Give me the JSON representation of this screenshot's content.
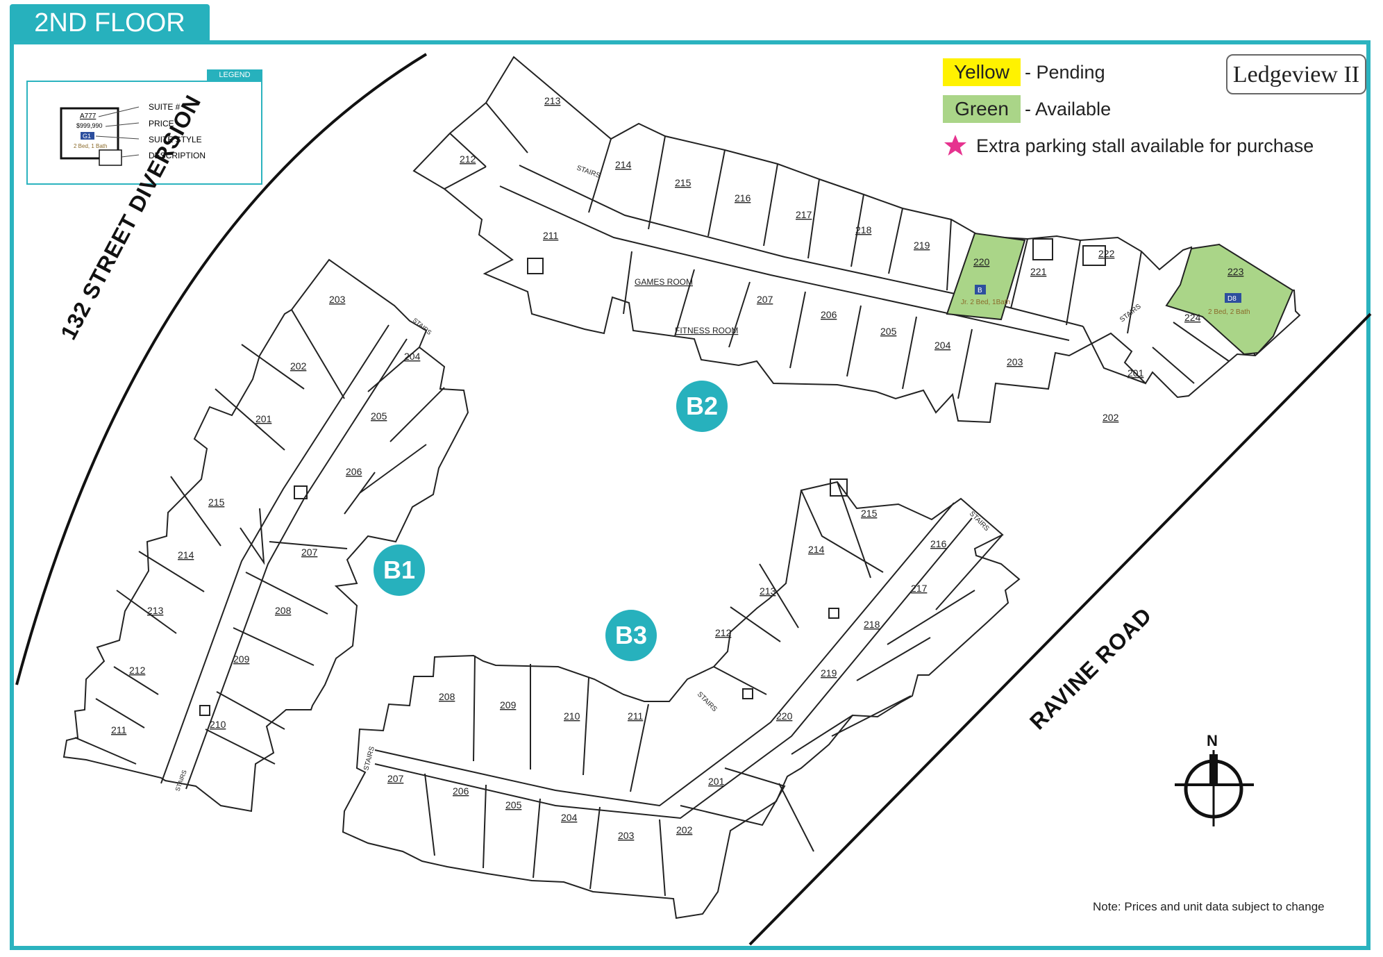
{
  "floor_title": "2ND FLOOR",
  "brand": "Ledgeview II",
  "legend": {
    "title": "LEGEND",
    "sample_suite": "A777",
    "sample_price": "$999,990",
    "sample_style": "G1",
    "sample_desc": "2 Bed, 1 Bath",
    "items": [
      "SUITE #",
      "PRICE",
      "SUITE STYLE",
      "DESCRIPTION"
    ]
  },
  "key": {
    "yellow_label": "Yellow",
    "yellow_text": "- Pending",
    "green_label": "Green",
    "green_text": "- Available",
    "star_text": "Extra parking stall available for purchase",
    "colors": {
      "yellow": "#fff200",
      "green": "#aad588",
      "star": "#e6338f",
      "accent": "#27b1bd"
    }
  },
  "roads": {
    "left": "132 STREET DIVERSION",
    "right": "RAVINE ROAD"
  },
  "buildings": {
    "b1": {
      "label": "B1",
      "units": [
        "203",
        "202",
        "201",
        "204",
        "205",
        "206",
        "215",
        "214",
        "213",
        "212",
        "211",
        "207",
        "208",
        "209",
        "210"
      ],
      "stairs": [
        "STAIRS",
        "STAIRS"
      ]
    },
    "b2": {
      "label": "B2",
      "units": [
        "213",
        "212",
        "211",
        "214",
        "215",
        "216",
        "217",
        "218",
        "219",
        "220",
        "221",
        "222",
        "223",
        "224",
        "207",
        "206",
        "205",
        "204",
        "203",
        "201",
        "202"
      ],
      "rooms": [
        "GAMES ROOM",
        "FITNESS ROOM"
      ],
      "stairs": [
        "STAIRS",
        "STAIRS"
      ],
      "available": [
        {
          "suite": "220",
          "style": "B",
          "desc": "Jr. 2 Bed, 1Bath"
        },
        {
          "suite": "223",
          "style": "D8",
          "desc": "2 Bed, 2 Bath"
        }
      ]
    },
    "b3": {
      "label": "B3",
      "units": [
        "215",
        "214",
        "213",
        "212",
        "216",
        "217",
        "218",
        "219",
        "220",
        "208",
        "209",
        "210",
        "211",
        "207",
        "206",
        "205",
        "204",
        "203",
        "202",
        "201"
      ],
      "stairs": [
        "STAIRS",
        "STAIRS",
        "STAIRS"
      ]
    }
  },
  "compass": "N",
  "note": "Note: Prices and unit data subject to change"
}
